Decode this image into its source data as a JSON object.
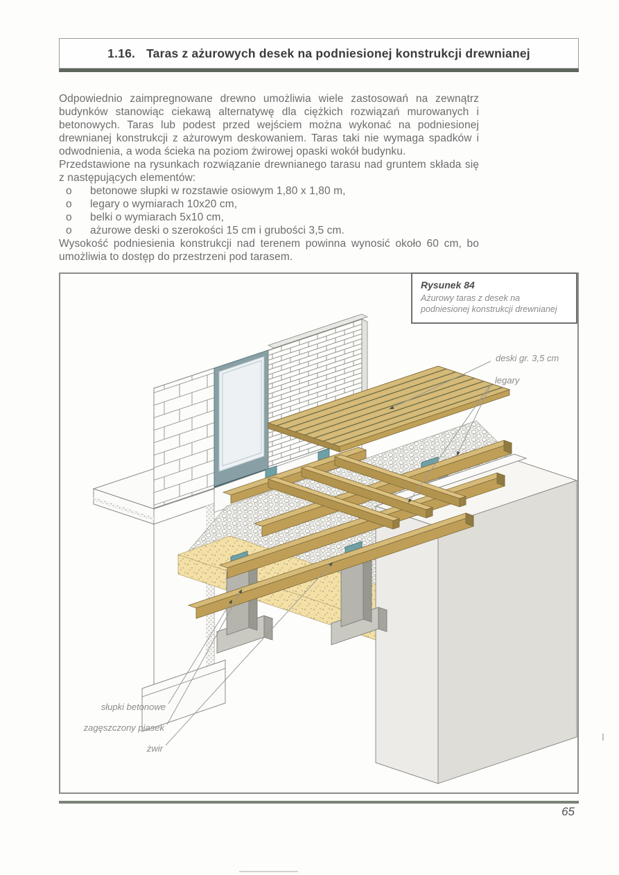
{
  "page": {
    "number": "65"
  },
  "header": {
    "number": "1.16.",
    "title": "Taras z ażurowych desek na podniesionej konstrukcji drewnianej"
  },
  "body": {
    "p1": "Odpowiednio zaimpregnowane drewno umożliwia wiele zastosowań na zewnątrz budynków stanowiąc ciekawą alternatywę dla ciężkich rozwiązań murowanych i betonowych. Taras lub podest przed wejściem można wykonać na podniesionej drewnianej konstrukcji z ażurowym deskowaniem. Taras taki nie wymaga spadków i odwodnienia, a woda ścieka na poziom żwirowej opaski wokół budynku.",
    "p2_intro": "Przedstawione na rysunkach rozwiązanie drewnianego tarasu nad gruntem składa się z następujących elementów:",
    "bullet_marker": "o",
    "bullets": [
      "betonowe słupki w rozstawie osiowym 1,80 x 1,80 m,",
      "legary o wymiarach 10x20 cm,",
      "belki o wymiarach 5x10 cm,",
      "ażurowe deski o szerokości 15 cm i grubości 3,5 cm."
    ],
    "p3": "Wysokość podniesienia konstrukcji nad terenem powinna wynosić około 60 cm, bo umożliwia to dostęp do przestrzeni pod tarasem."
  },
  "figure": {
    "caption_title": "Rysunek 84",
    "caption_text": "Ażurowy taras z desek na podniesionej konstrukcji drewnianej",
    "labels": {
      "deski": "deski gr. 3,5 cm",
      "legary": "legary",
      "slupki": "słupki betonowe",
      "piasek": "zagęszczony piasek",
      "zwir": "żwir"
    }
  },
  "colors": {
    "wood_top": "#d6ba78",
    "wood_front": "#bf9f58",
    "wood_dark": "#8f7a42",
    "sand": "#f4e0a4",
    "concrete_pillar": "#b5b5ae",
    "teal_anchor": "#6fa0a6",
    "rule_dark": "#5e675c",
    "rule_footer": "#7b8377",
    "body_text": "#6c6c6c"
  }
}
